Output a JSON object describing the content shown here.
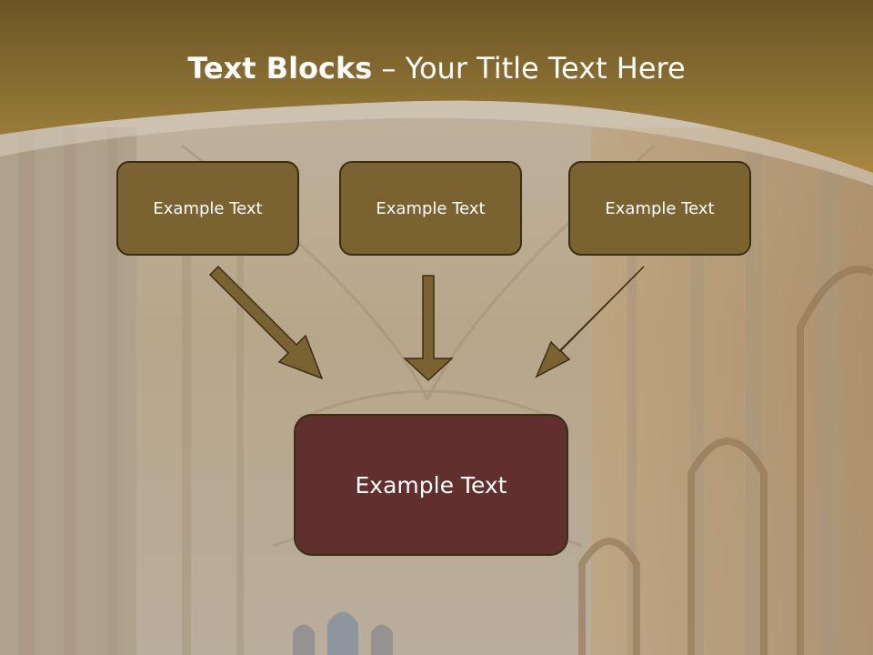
{
  "title": {
    "bold": "Text Blocks",
    "separator": " – ",
    "rest": "Your Title Text Here"
  },
  "blocks": [
    {
      "label": "Example Text"
    },
    {
      "label": "Example Text"
    },
    {
      "label": "Example Text"
    }
  ],
  "target": {
    "label": "Example Text"
  },
  "colors": {
    "header": "#8c6f34",
    "block_fill": "#7b6331",
    "target_fill": "#622f2f",
    "arrow_fill": "#7b6331",
    "text": "#ffffff"
  }
}
